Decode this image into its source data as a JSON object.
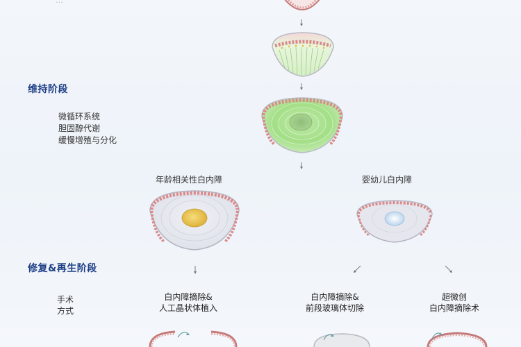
{
  "stages": {
    "maintenance": "维持阶段",
    "repair": "修复&再生阶段"
  },
  "maintenance_notes": [
    "微循环系统",
    "胆固醇代谢",
    "缓慢增殖与分化"
  ],
  "branches": {
    "left": "年龄相关性白内障",
    "right": "婴幼儿白内障"
  },
  "surgery": {
    "label_line1": "手术",
    "label_line2": "方式",
    "procedures": [
      {
        "line1": "白内障摘除&",
        "line2": "人工晶状体植入"
      },
      {
        "line1": "白内障摘除&",
        "line2": "前段玻璃体切除"
      },
      {
        "line1": "超微创",
        "line2": "白内障摘除术"
      }
    ]
  },
  "colors": {
    "stage_title": "#1e3f86",
    "capsule_epithelium": "#d98a8a",
    "fiber_green": "#c8e9b4",
    "nucleus_yellow": "#e9c85a",
    "cortex_gray": "#e4e6ee"
  }
}
